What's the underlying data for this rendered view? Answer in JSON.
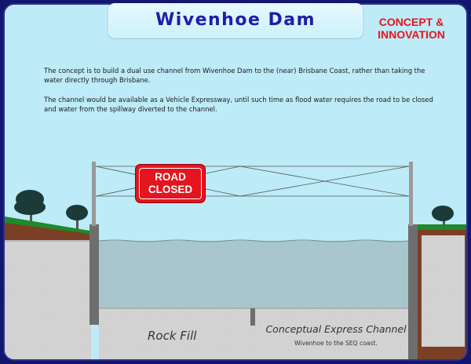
{
  "header": {
    "title": "Wivenhoe Dam",
    "badge_line1": "CONCEPT &",
    "badge_line2": "INNOVATION"
  },
  "description": {
    "paragraph1": "The concept is to build a dual use channel from Wivenhoe Dam to the (near) Brisbane Coast, rather than taking the water directly through Brisbane.",
    "paragraph2": "The channel would be available as a Vehicle Expressway, until such time as flood water requires the road to be closed and water from the spillway diverted to the channel."
  },
  "sign": {
    "line1": "ROAD",
    "line2": "CLOSED"
  },
  "labels": {
    "rock_fill": "Rock Fill",
    "channel_title": "Conceptual Express Channel",
    "channel_subtitle": "Wivenhoe to the SEQ coast."
  },
  "colors": {
    "sky": "#bdebf8",
    "water": "#a9c6cc",
    "concrete": "#d3d3d3",
    "wall": "#6e6e6e",
    "grass": "#1f8a2a",
    "soil": "#7a3f24",
    "sign_red": "#e5141e",
    "title_blue": "#1b1fa8",
    "badge_red": "#e8141c",
    "background": "#12166e"
  }
}
